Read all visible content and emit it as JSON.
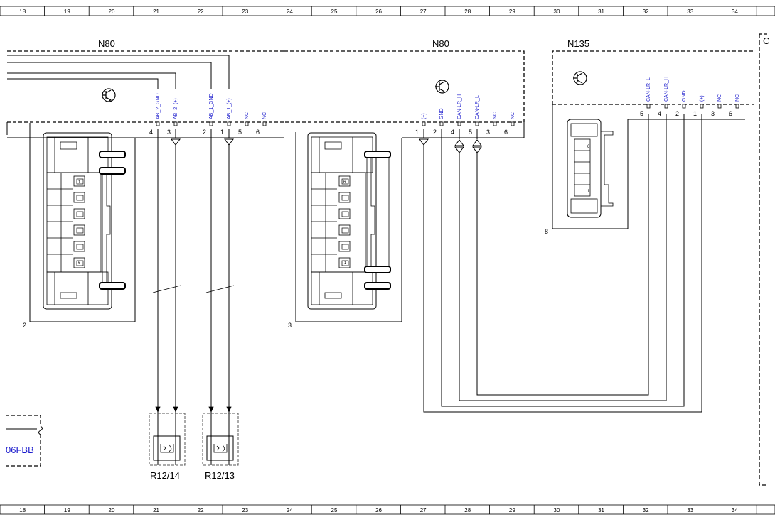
{
  "ruler": {
    "numbers": [
      "18",
      "19",
      "20",
      "21",
      "22",
      "23",
      "24",
      "25",
      "26",
      "27",
      "28",
      "29",
      "30",
      "31",
      "32",
      "33",
      "34"
    ]
  },
  "components": {
    "n80_left": "N80",
    "n80_right": "N80",
    "n135": "N135",
    "partial_right": "C",
    "connector_2": "2",
    "connector_3": "3",
    "connector_8": "8",
    "r12_14": "R12/14",
    "r12_13": "R12/13",
    "partial_left_label": "06FBB"
  },
  "n80_left_pins": [
    {
      "signal": "AB_2_GND",
      "pin": "4"
    },
    {
      "signal": "AB_2_(+)",
      "pin": "3"
    },
    {
      "signal": "AB_1_GND",
      "pin": "2"
    },
    {
      "signal": "AB_1_(+)",
      "pin": "1"
    },
    {
      "signal": "NC",
      "pin": "5"
    },
    {
      "signal": "NC",
      "pin": "6"
    }
  ],
  "n80_right_pins": [
    {
      "signal": "(+)",
      "pin": "1"
    },
    {
      "signal": "GND",
      "pin": "2"
    },
    {
      "signal": "CAN-LR_H",
      "pin": "4"
    },
    {
      "signal": "CAN-LR_L",
      "pin": "5"
    },
    {
      "signal": "NC",
      "pin": "3"
    },
    {
      "signal": "NC",
      "pin": "6"
    }
  ],
  "n135_pins": [
    {
      "signal": "CAN-LR_L",
      "pin": "5"
    },
    {
      "signal": "CAN-LR_H",
      "pin": "4"
    },
    {
      "signal": "GND",
      "pin": "2"
    },
    {
      "signal": "(+)",
      "pin": "1"
    },
    {
      "signal": "NC",
      "pin": "3"
    },
    {
      "signal": "NC",
      "pin": "6"
    }
  ],
  "connector_cavities": {
    "conn2_top": "1",
    "conn2_bottom": "6",
    "conn3_top": "6",
    "conn3_bottom": "1",
    "conn8_top": "6",
    "conn8_bottom": "1"
  },
  "colors": {
    "line": "#000000",
    "signal_text": "#1a1acc",
    "dashed_box": "#555555"
  }
}
